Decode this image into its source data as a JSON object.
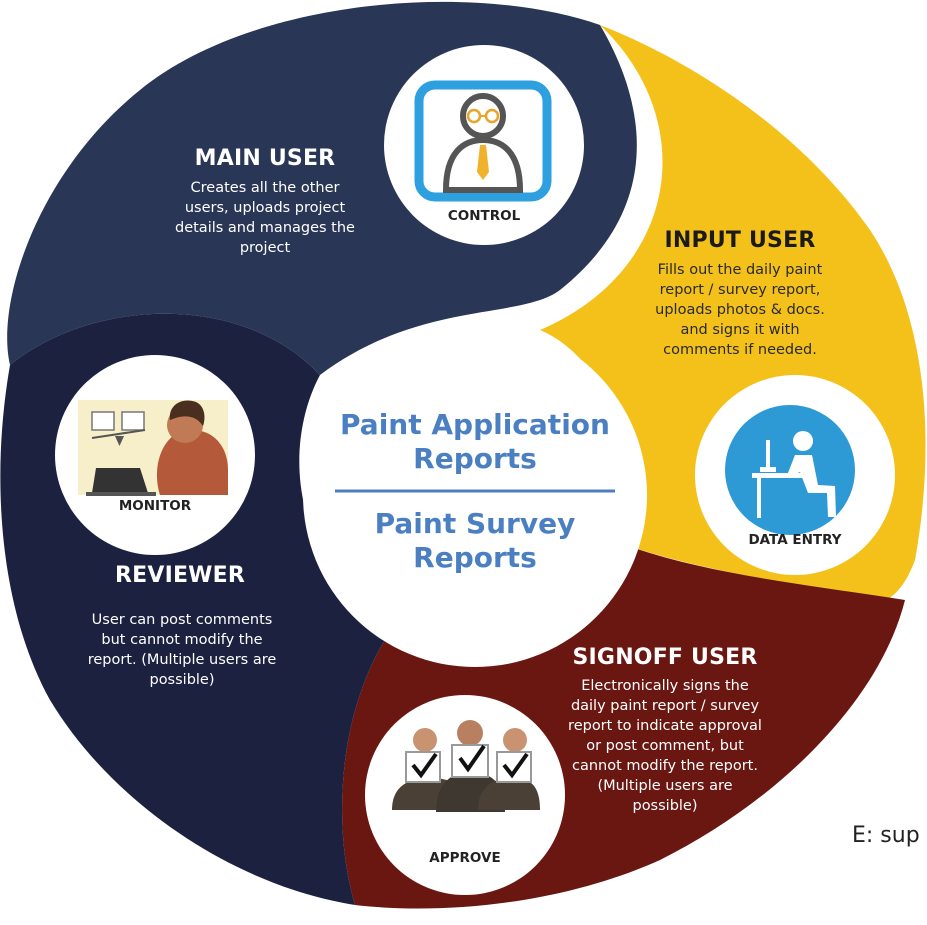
{
  "center": {
    "title_1": "Paint Application Reports",
    "title_2": "Paint Survey Reports"
  },
  "main_user": {
    "heading": "MAIN USER",
    "description": "Creates all the other users, uploads project details and manages the project",
    "badge": "CONTROL",
    "icon": "user-with-tie-icon",
    "color": "#2a3656"
  },
  "input_user": {
    "heading": "INPUT USER",
    "description": "Fills out the daily paint report / survey report, uploads photos & docs. and signs it with comments if needed.",
    "badge": "DATA ENTRY",
    "icon": "person-at-desk-icon",
    "color": "#f4c11a"
  },
  "signoff_user": {
    "heading": "SIGNOFF USER",
    "description": "Electronically signs the daily paint report / survey report to indicate approval or post comment, but cannot modify the report. (Multiple users are possible)",
    "badge": "APPROVE",
    "icon": "approval-checklist-icon",
    "color": "#6a1712"
  },
  "reviewer": {
    "heading": "REVIEWER",
    "description": "User can post comments but cannot modify the report. (Multiple users are possible)",
    "badge": "MONITOR",
    "icon": "person-at-laptop-icon",
    "color": "#1c2140"
  },
  "footer_text": "E: sup"
}
